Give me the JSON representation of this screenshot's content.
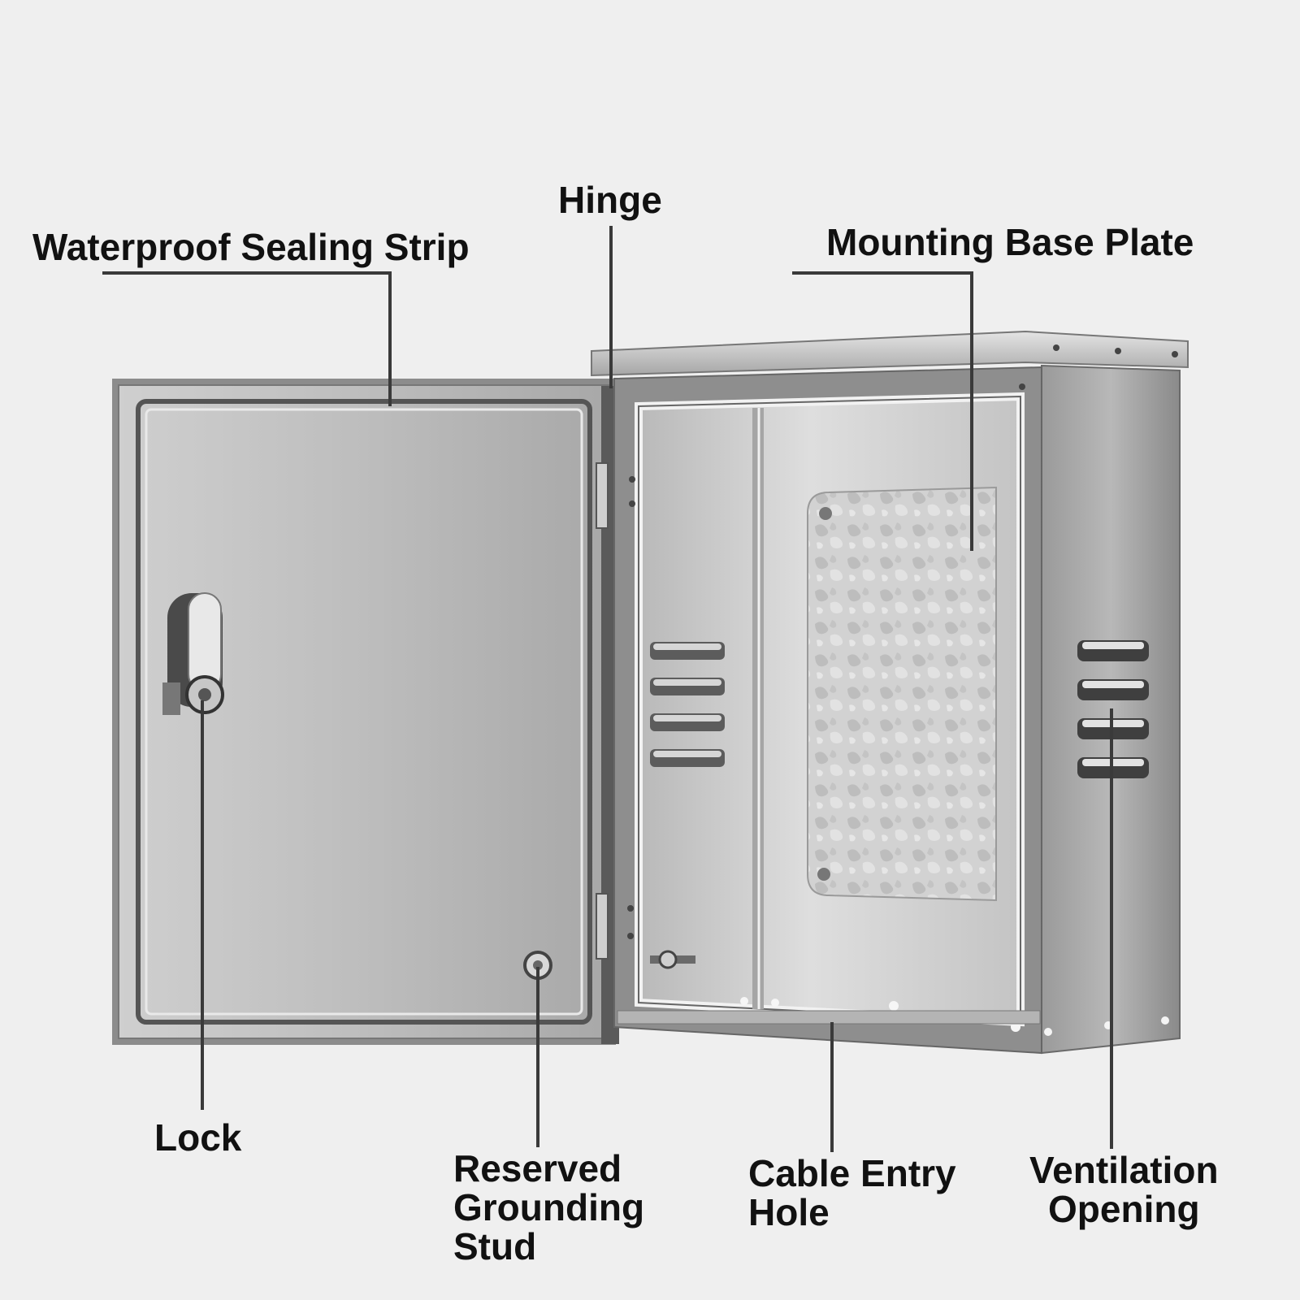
{
  "callouts": {
    "waterproof_sealing_strip": "Waterproof Sealing Strip",
    "hinge": "Hinge",
    "mounting_base_plate": "Mounting Base Plate",
    "lock": "Lock",
    "reserved_grounding_stud": "Reserved\nGrounding\nStud",
    "cable_entry_hole": "Cable Entry\nHole",
    "ventilation_opening": "Ventilation\nOpening"
  },
  "colors": {
    "background": "#efefef",
    "leader_line": "#3a3a3a",
    "label_text": "#111111",
    "steel_light": "#d6d6d6",
    "steel_mid": "#a9a9a9",
    "steel_dark": "#6e6e6e",
    "galvanized_plate": "#cfcfcf"
  }
}
